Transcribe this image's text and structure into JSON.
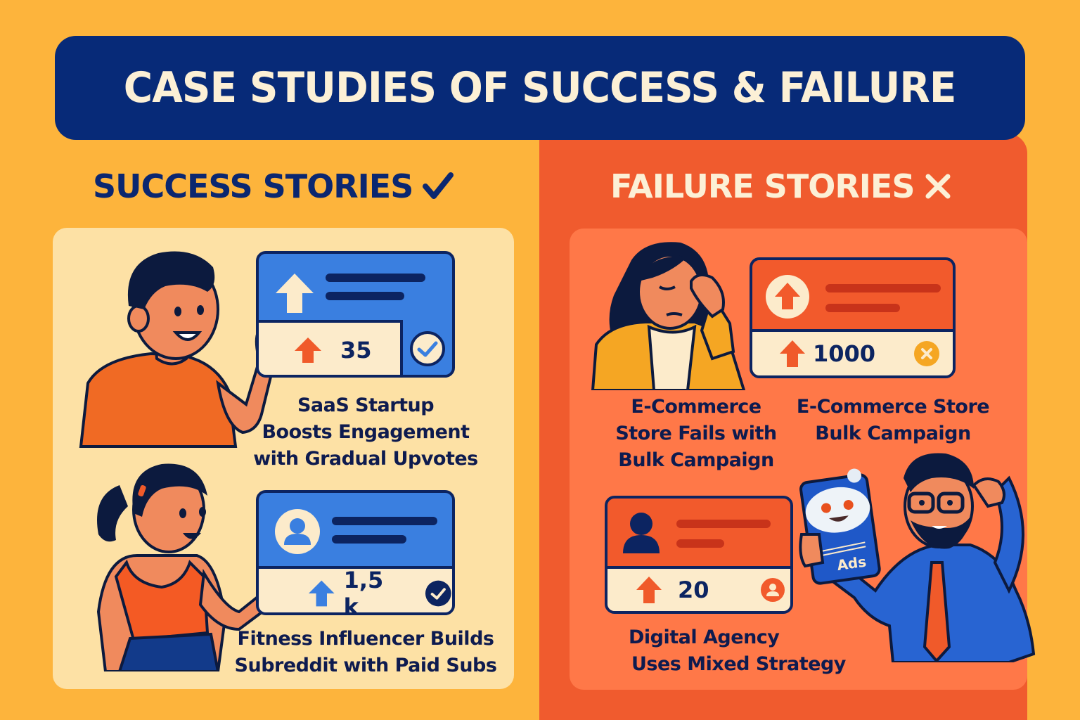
{
  "title": "CASE STUDIES OF SUCCESS & FAILURE",
  "colors": {
    "background": "#FDB43C",
    "banner": "#072A78",
    "banner_text": "#FCF0D6",
    "failure_column": "#F05B2E",
    "success_panel": "#FDE1A5",
    "failure_panel": "#FF7848",
    "success_card": "#3A7FE0",
    "failure_card": "#F25A2C",
    "dark_navy": "#0C2461"
  },
  "success": {
    "heading": "SUCCESS STORIES",
    "heading_icon": "check-icon",
    "cases": [
      {
        "caption_lines": [
          "SaaS Startup",
          "Boosts Engagement",
          "with Gradual Upvotes"
        ],
        "card": {
          "header_icon": "upvote-arrow-icon",
          "upvote_count": "35",
          "status_icon": "check-circle-icon"
        },
        "figure": "man-pointing-illustration"
      },
      {
        "caption_lines": [
          "Fitness Influencer Builds",
          "Subreddit with Paid Subs"
        ],
        "card": {
          "header_icon": "user-avatar-icon",
          "upvote_count": "1,5 k",
          "status_icon": "check-circle-icon"
        },
        "figure": "woman-presenting-illustration"
      }
    ]
  },
  "failure": {
    "heading": "FAILURE STORIES",
    "heading_icon": "x-icon",
    "cases": [
      {
        "caption_lines": [
          "E-Commerce",
          "Store Fails with",
          "Bulk Campaign"
        ],
        "secondary_caption_lines": [
          "E-Commerce Store",
          "Bulk Campaign"
        ],
        "card": {
          "header_icon": "upvote-arrow-circle-icon",
          "upvote_count": "1000",
          "status_icon": "x-circle-icon"
        },
        "figure": "woman-facepalm-illustration"
      },
      {
        "caption_lines": [
          "Digital Agency",
          "Uses Mixed Strategy"
        ],
        "card": {
          "header_icon": "user-avatar-icon",
          "upvote_count": "20",
          "status_icon": "user-circle-icon"
        },
        "figure": "man-with-phone-illustration",
        "phone_label": "Ads"
      }
    ]
  }
}
